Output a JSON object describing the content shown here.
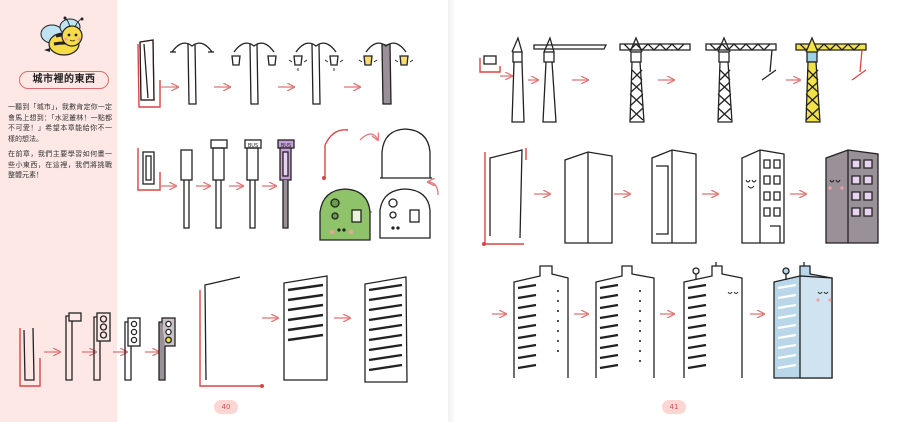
{
  "title": "城市裡的東西",
  "intro_paragraphs": [
    "一聽到「城市」，我數肯定你一定會馬上想到：「水泥叢林！一點都不可愛！」希望本章能給你不一樣的想法。",
    "在前章，我們主要學習如何畫一些小東西，在這裡，我們將挑戰整體元素！"
  ],
  "page_numbers": {
    "left": "40",
    "right": "41"
  },
  "bus_sign": "BUS",
  "colors": {
    "sidebar_bg": "#fde8e6",
    "accent_red": "#d94545",
    "lamp_yellow": "#f7dc6f",
    "crane_yellow": "#f2e24a",
    "bin_green": "#8fc36a",
    "building_grey": "#9a9097",
    "building_blue": "#b9d7e8",
    "ink": "#222222"
  },
  "decorations": [
    "bee-icon"
  ]
}
